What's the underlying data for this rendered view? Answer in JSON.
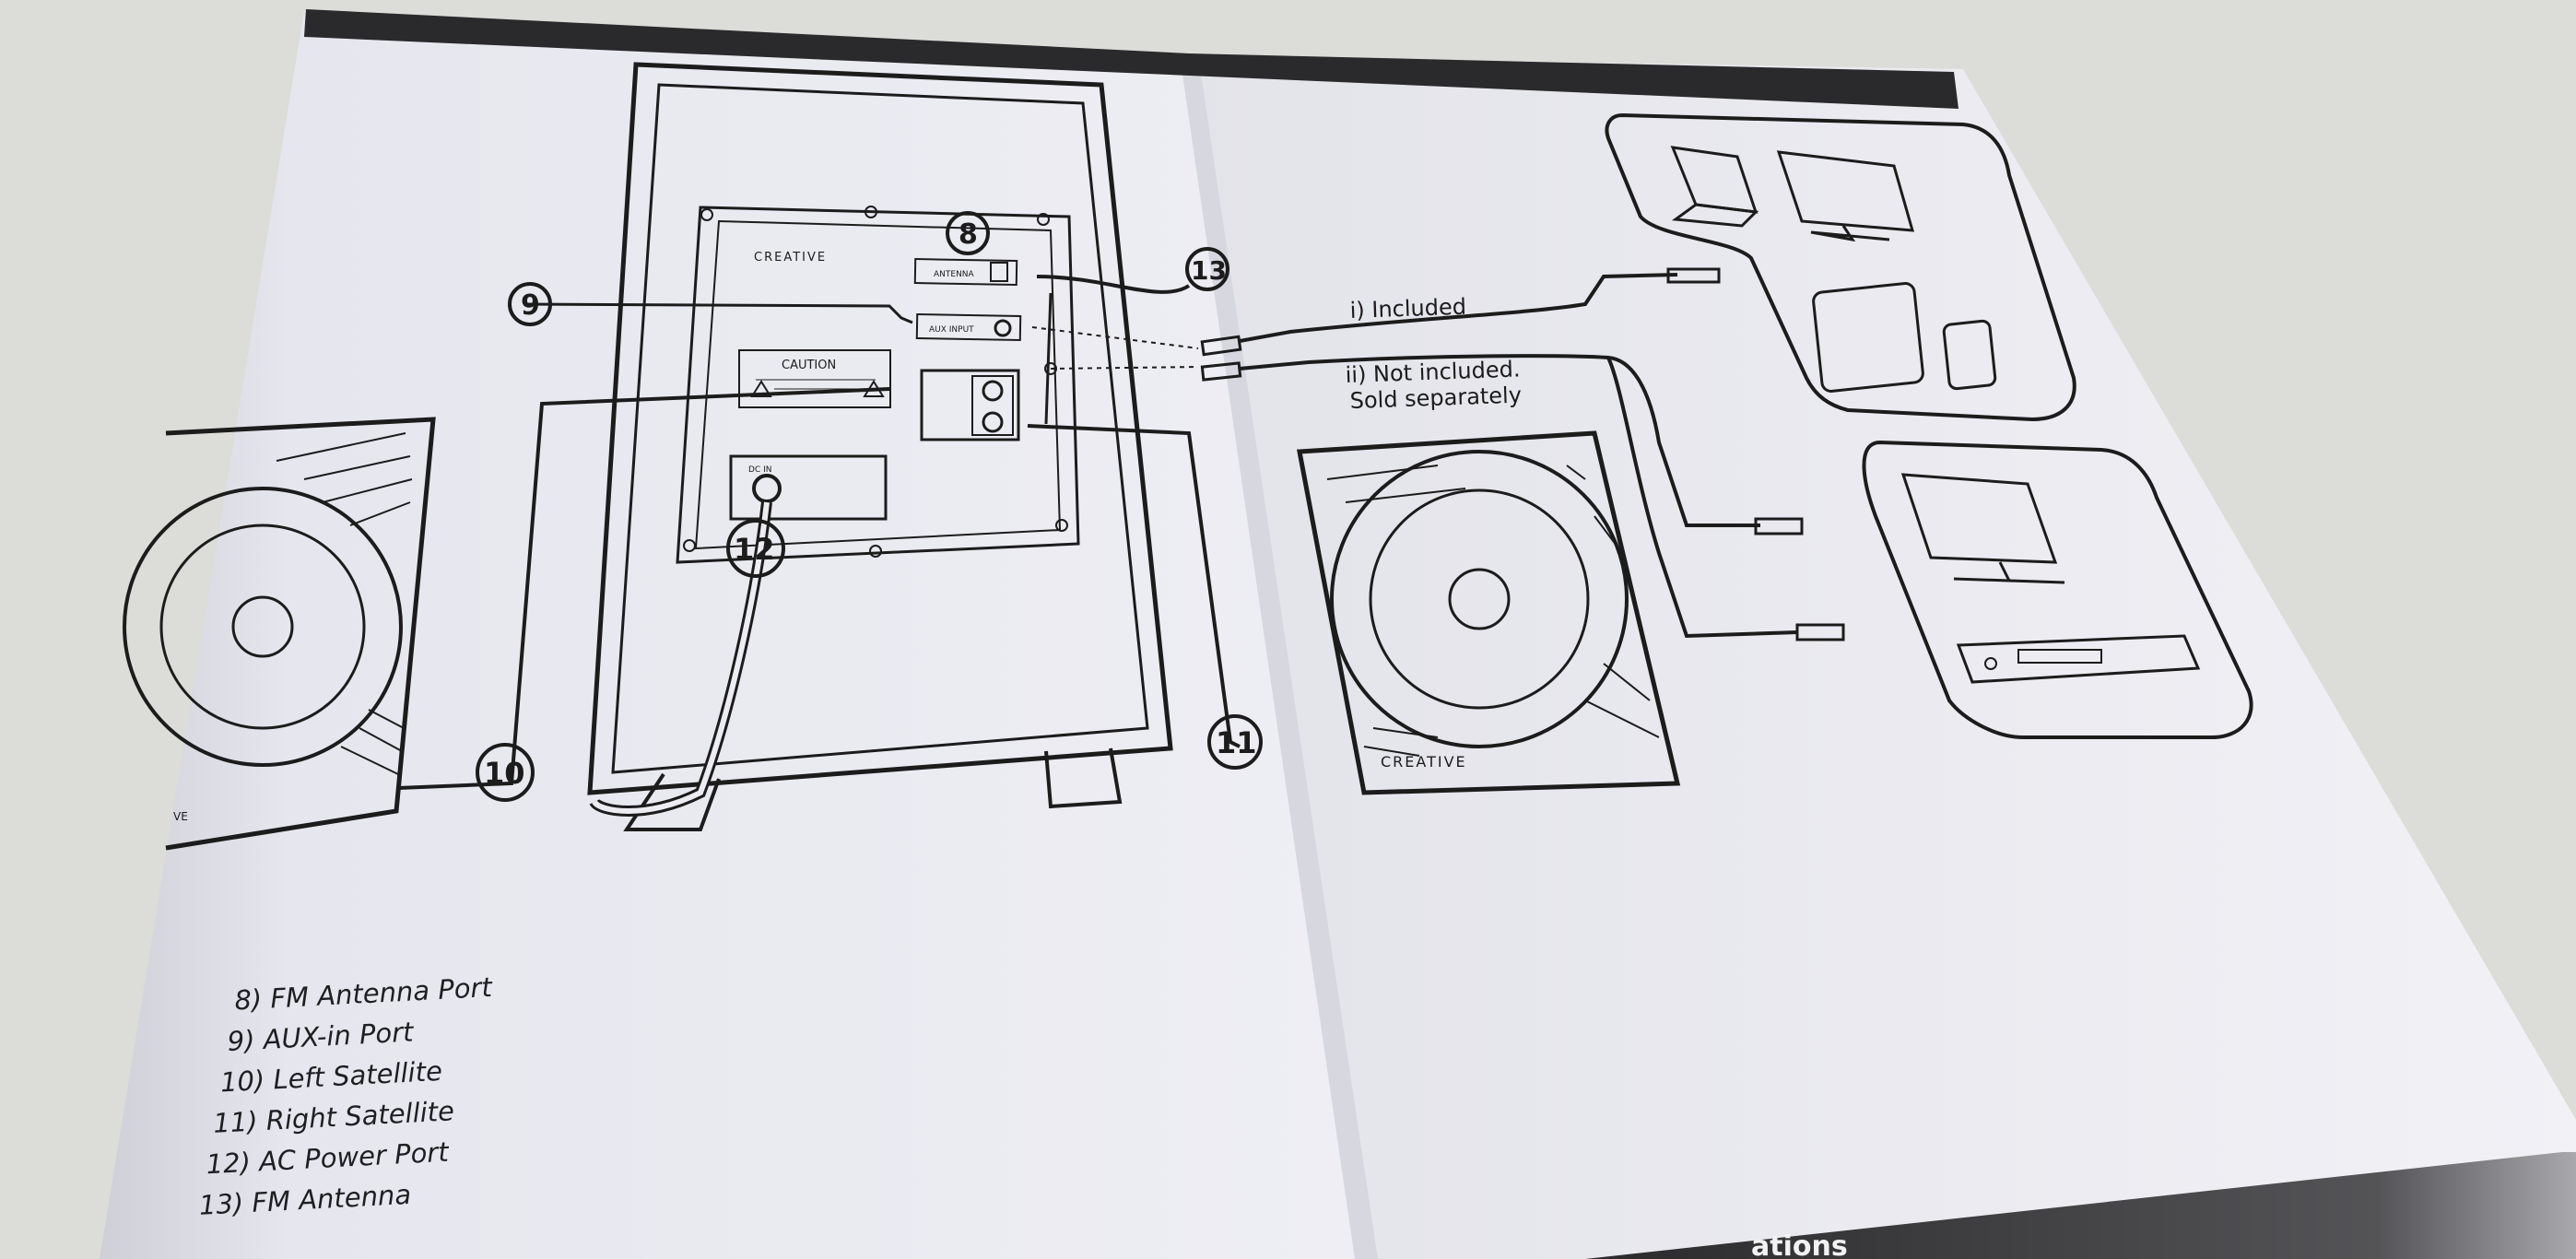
{
  "brand": "CREATIVE",
  "sub_brand_left": "CREATIVE",
  "panel": {
    "antenna_label": "ANTENNA",
    "aux_label": "AUX INPUT",
    "caution_title": "CAUTION",
    "dc_label": "DC IN"
  },
  "callouts": {
    "c8": "8",
    "c9": "9",
    "c10": "10",
    "c11": "11",
    "c12": "12",
    "c13": "13"
  },
  "cables": {
    "included": "i) Included",
    "not_included_1": "ii) Not included.",
    "not_included_2": "Sold separately"
  },
  "legend": [
    "8) FM Antenna Port",
    "9) AUX-in Port",
    "10) Left Satellite",
    "11) Right Satellite",
    "12) AC Power Port",
    "13) FM Antenna"
  ],
  "left_edge_text": "VE",
  "footer_partial": "ations",
  "colors": {
    "page": "#ececf2",
    "ink": "#1c1c1c",
    "band": "#2b2b2e",
    "background": "#dcdcd8"
  }
}
